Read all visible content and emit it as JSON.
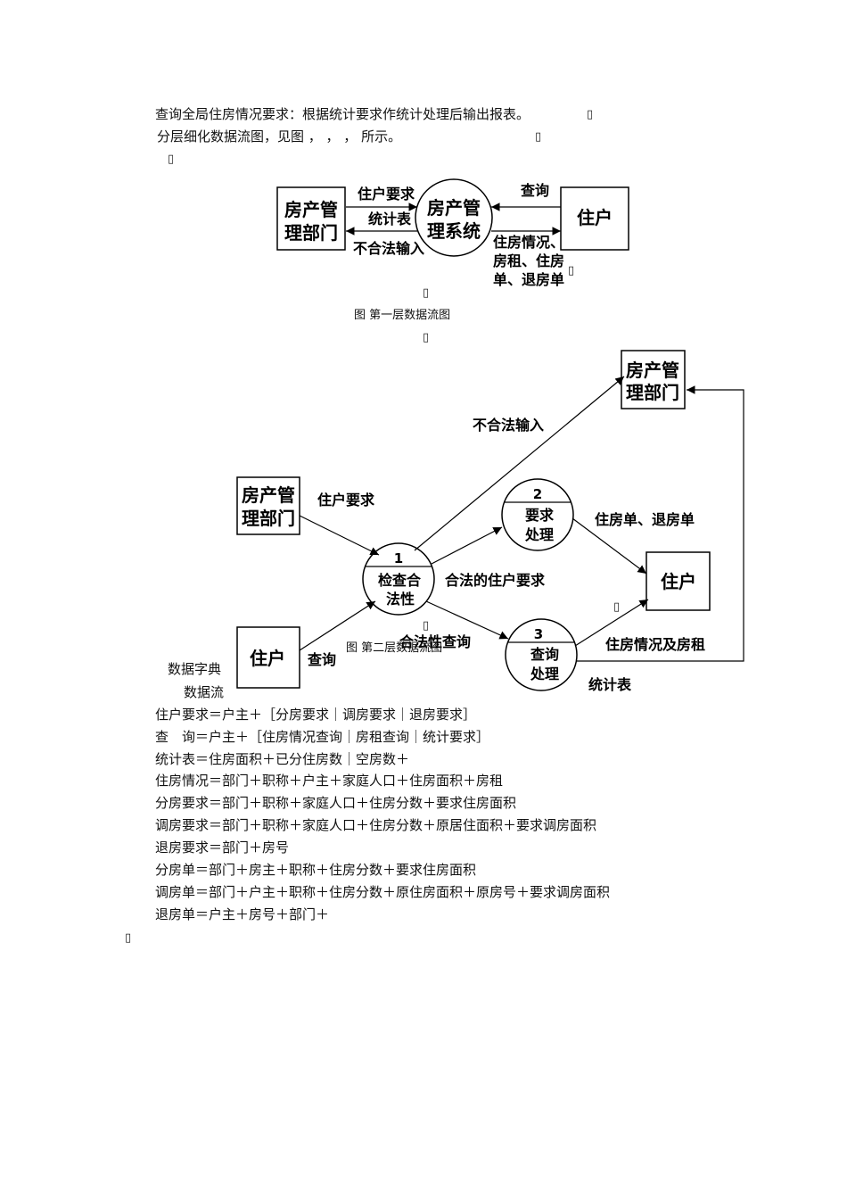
{
  "intro": {
    "line1": "查询全局住房情况要求：根据统计要求作统计处理后输出报表。",
    "line2": "分层细化数据流图，见图 ，  ， ， 所示。",
    "mark": "▯"
  },
  "figure1": {
    "caption": "图 第一层数据流图",
    "left_entity": [
      "房产管",
      "理部门"
    ],
    "center_process": [
      "房产管",
      "理系统"
    ],
    "right_entity": "住户",
    "flows": {
      "req": "住户要求",
      "stats": "统计表",
      "illegal": "不合法输入",
      "query": "查询",
      "info": [
        "住房情况、",
        "房租、住房",
        "单、退房单"
      ]
    }
  },
  "figure2": {
    "caption": "图 第二层数据流图",
    "entity_dept_top": [
      "房产管",
      "理部门"
    ],
    "entity_dept_left": [
      "房产管",
      "理部门"
    ],
    "entity_user_left": "住户",
    "entity_user_right": "住户",
    "p1": {
      "num": "1",
      "name": [
        "检查合",
        "法性"
      ]
    },
    "p2": {
      "num": "2",
      "name": [
        "要求",
        "处理"
      ]
    },
    "p3": {
      "num": "3",
      "name": [
        "查询",
        "处理"
      ]
    },
    "flows": {
      "illegal": "不合法输入",
      "user_req": "住户要求",
      "legal_req": "合法的住户要求",
      "slips": "住房单、退房单",
      "query": "查询",
      "legal_query": "合法性查询",
      "info_rent": "住房情况及房租",
      "stats": "统计表"
    }
  },
  "dictionary": {
    "title": "数据字典",
    "subtitle": "数据流",
    "entries": [
      "住户要求＝户主＋［分房要求｜调房要求｜退房要求］",
      "查　询＝户主＋［住房情况查询｜房租查询｜统计要求］",
      "统计表＝住房面积＋已分住房数｜空房数＋",
      "住房情况＝部门＋职称＋户主＋家庭人口＋住房面积＋房租",
      "分房要求＝部门＋职称＋家庭人口＋住房分数＋要求住房面积",
      "调房要求＝部门＋职称＋家庭人口＋住房分数＋原居住面积＋要求调房面积",
      "退房要求＝部门＋房号",
      "分房单＝部门＋房主＋职称＋住房分数＋要求住房面积",
      "调房单＝部门＋户主＋职称＋住房分数＋原住房面积＋原房号＋要求调房面积",
      "退房单＝户主＋房号＋部门＋"
    ]
  }
}
